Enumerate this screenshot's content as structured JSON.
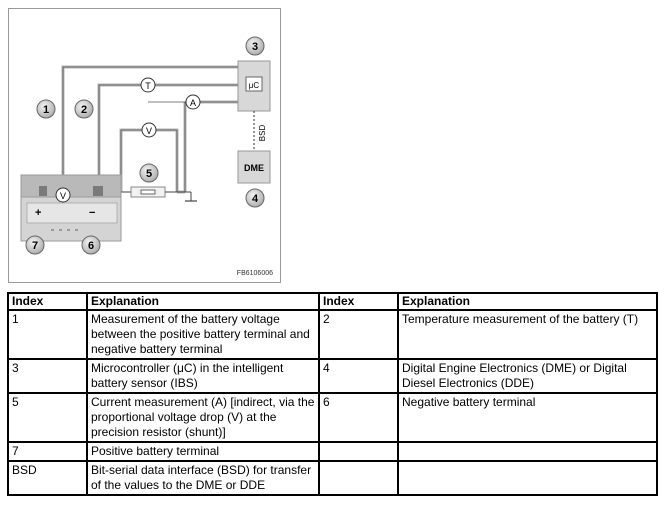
{
  "figure": {
    "callouts": {
      "n1": "1",
      "n2": "2",
      "n3": "3",
      "n4": "4",
      "n5": "5",
      "n6": "6",
      "n7": "7"
    },
    "symbols": {
      "T": "T",
      "A": "A",
      "V": "V",
      "V_terminal": "V",
      "plus": "+",
      "minus": "−"
    },
    "labels": {
      "uc": "μC",
      "bsd": "BSD",
      "dme": "DME",
      "code": "FB6106006"
    }
  },
  "table": {
    "headers": [
      "Index",
      "Explanation",
      "Index",
      "Explanation"
    ],
    "rows": [
      [
        "1",
        "Measurement of the battery voltage between the positive battery terminal and negative battery terminal",
        "2",
        "Temperature measurement of the battery (T)"
      ],
      [
        "3",
        "Microcontroller (μC) in the intelligent battery sensor (IBS)",
        "4",
        "Digital Engine Electronics (DME) or Digital Diesel Electronics (DDE)"
      ],
      [
        "5",
        "Current measurement (A) [indirect, via the proportional voltage drop (V) at the precision resistor (shunt)]",
        "6",
        "Negative battery terminal"
      ],
      [
        "7",
        "Positive battery terminal",
        "",
        ""
      ],
      [
        "BSD",
        "Bit-serial data interface (BSD) for transfer of the values to the DME or DDE",
        "",
        ""
      ]
    ]
  }
}
